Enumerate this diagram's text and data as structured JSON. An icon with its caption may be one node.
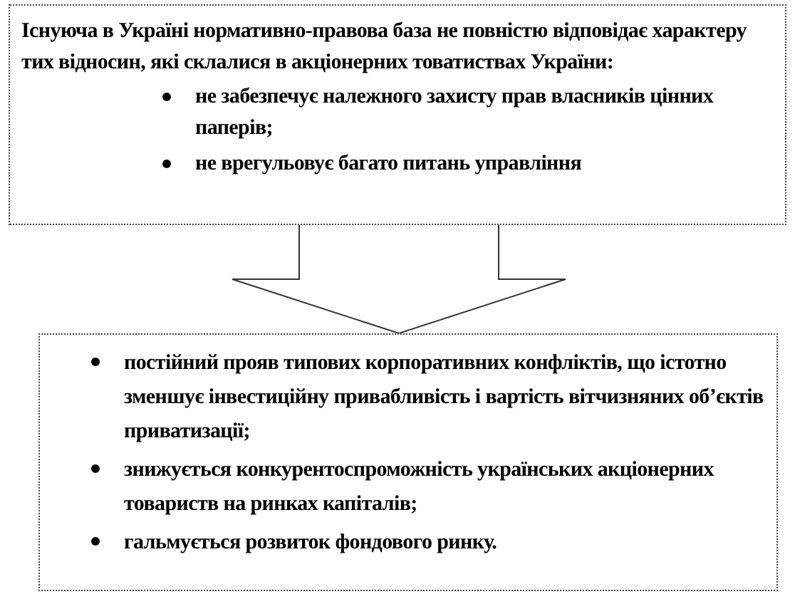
{
  "diagram": {
    "nodes": [
      {
        "text": [
          "Існуюча в Україні нормативно-правова база не повністю відповідає характеру тих відносин, які склалися в акціонерних товатиствах України:",
          "не забезпечує належного захисту прав власників цінних паперів;",
          "не врегульовує багато питань управління"
        ]
      },
      {
        "text": [
          "постійний прояв типових корпоративних конфліктів, що істотно зменшує інвестиційну привабливість і вартість вітчизняних об’єктів приватизації;",
          "знижується конкурентоспроможність українських акціонерних товариств на ринках капіталів;",
          "гальмується розвиток фондового ринку."
        ]
      }
    ],
    "edges": [
      {
        "from": 0,
        "to": 1,
        "arrow": "to"
      }
    ]
  }
}
